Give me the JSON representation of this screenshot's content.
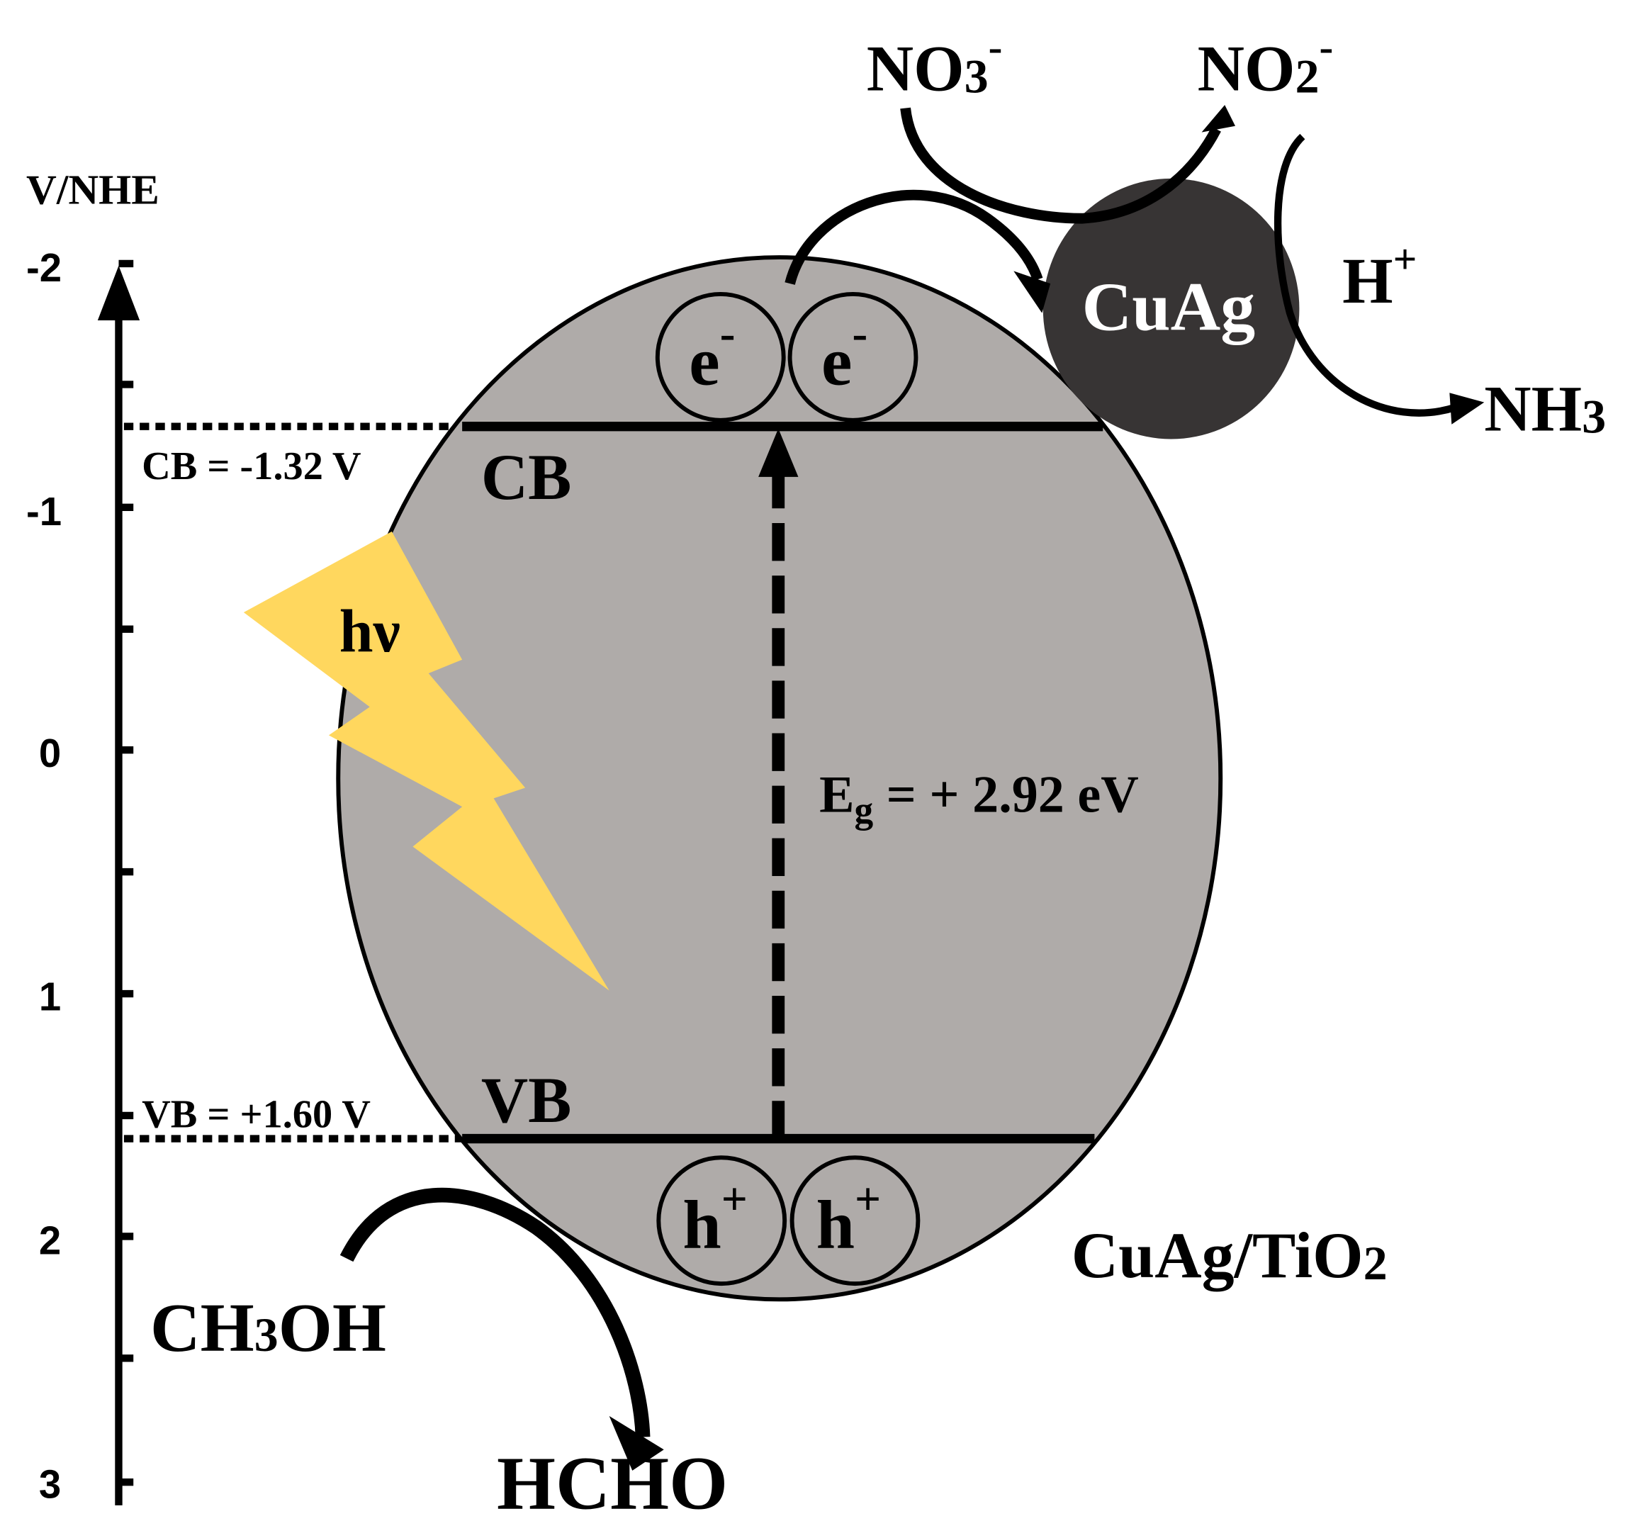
{
  "axis": {
    "label": "V/NHE",
    "ticks": [
      "-2",
      "-1",
      "0",
      "1",
      "2",
      "3"
    ]
  },
  "bands": {
    "cb_label": "CB",
    "vb_label": "VB",
    "cb_value": "CB = -1.32 V",
    "vb_value": "VB = +1.60 V",
    "bandgap_prefix": "E",
    "bandgap_sub": "g",
    "bandgap_value": " = + 2.92 eV"
  },
  "carriers": {
    "electron": "e",
    "electron_charge": "-",
    "hole": "h",
    "hole_charge": "+"
  },
  "light": {
    "label": "hν",
    "color": "#FFD75E"
  },
  "cocatalyst": {
    "label": "CuAg",
    "color": "#373434"
  },
  "species": {
    "nitrate": "NO",
    "nitrate_sub": "3",
    "nitrate_charge": "-",
    "nitrite": "NO",
    "nitrite_sub": "2",
    "nitrite_charge": "-",
    "proton": "H",
    "proton_charge": "+",
    "ammonia": "NH",
    "ammonia_sub": "3",
    "methanol_a": "CH",
    "methanol_sub": "3",
    "methanol_b": "OH",
    "formaldehyde": "HCHO"
  },
  "catalyst": {
    "label_a": "CuAg/TiO",
    "label_sub": "2",
    "fill": "#AFABA9"
  },
  "chart_data": {
    "type": "band-diagram",
    "title": "",
    "ylabel": "V/NHE",
    "ylim": [
      -2,
      3
    ],
    "y_ticks": [
      -2,
      -1,
      0,
      1,
      2,
      3
    ],
    "conduction_band_V": -1.32,
    "valence_band_V": 1.6,
    "band_gap_eV": 2.92,
    "material": "CuAg/TiO2",
    "reactions": [
      "NO3- -> NO2- (CuAg)",
      "NO2- + H+ -> NH3",
      "CH3OH -> HCHO (h+)"
    ]
  }
}
